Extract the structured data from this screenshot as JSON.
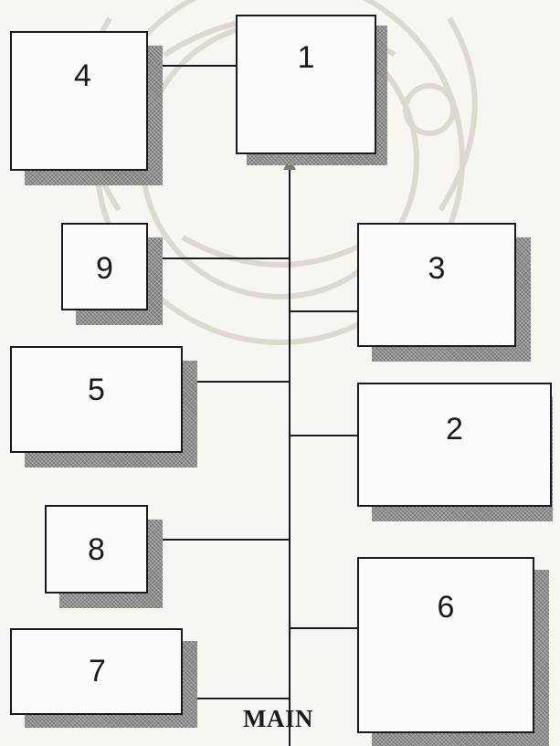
{
  "diagram": {
    "boxes": [
      {
        "id": "1",
        "label": "1"
      },
      {
        "id": "2",
        "label": "2"
      },
      {
        "id": "3",
        "label": "3"
      },
      {
        "id": "4",
        "label": "4"
      },
      {
        "id": "5",
        "label": "5"
      },
      {
        "id": "6",
        "label": "6"
      },
      {
        "id": "7",
        "label": "7"
      },
      {
        "id": "8",
        "label": "8"
      },
      {
        "id": "9",
        "label": "9"
      }
    ],
    "main_label": "MAIN",
    "colors": {
      "line": "#1a1a1a",
      "shadow": "#8e8e8e",
      "box_fill": "#fbfbf9",
      "watermark": "#d9d6cf"
    }
  }
}
